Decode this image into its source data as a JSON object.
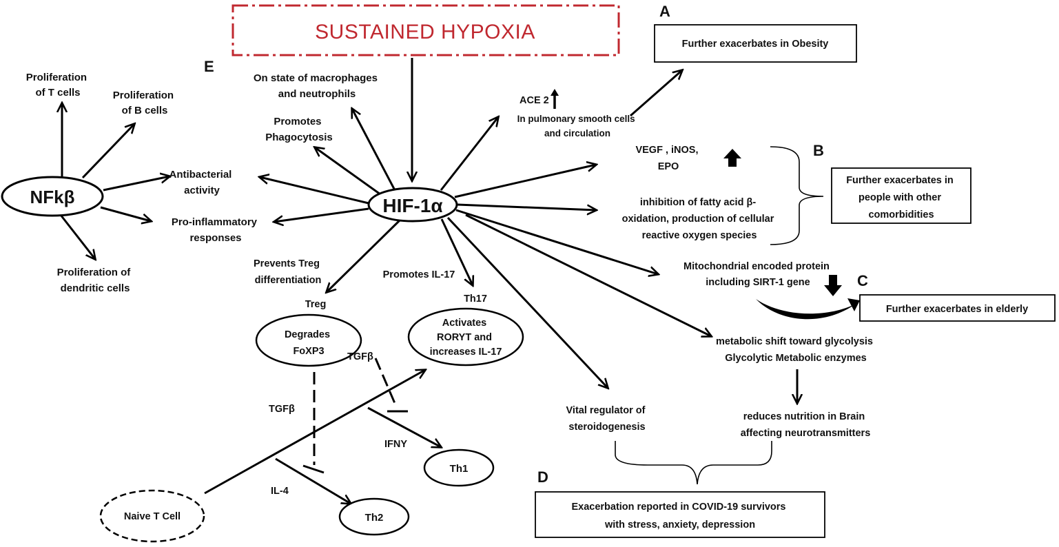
{
  "title": "SUSTAINED HYPOXIA",
  "panel_letters": {
    "a": "A",
    "b": "B",
    "c": "C",
    "d": "D",
    "e": "E"
  },
  "nodes": {
    "nfkb": "NFkβ",
    "hif": "HIF-1α",
    "naive": "Naive T Cell",
    "th1": "Th1",
    "th2": "Th2",
    "treg_label": "Treg",
    "th17_label": "Th17",
    "degrades": [
      "Degrades",
      "FoXP3"
    ],
    "activates": [
      "Activates",
      "RORYT and",
      "increases IL-17"
    ]
  },
  "nfkb_targets": {
    "t_cells": [
      "Proliferation",
      "of T cells"
    ],
    "b_cells": [
      "Proliferation",
      "of B cells"
    ],
    "dendritic": [
      "Proliferation of",
      "dendritic cells"
    ]
  },
  "shared_targets": {
    "antibacterial": [
      "Antibacterial",
      "activity"
    ],
    "proinflammatory": [
      "Pro-inflammatory",
      "responses"
    ]
  },
  "hif_targets": {
    "macrophages": [
      "On state of macrophages",
      "and neutrophils"
    ],
    "phagocytosis": [
      "Promotes",
      "Phagocytosis"
    ],
    "ace2": "ACE 2",
    "pulmonary": [
      "In pulmonary smooth cells",
      "and circulation"
    ],
    "vegf": [
      "VEGF , iNOS,",
      "EPO"
    ],
    "fatty": [
      "inhibition of fatty acid β-",
      "oxidation, production of cellular",
      "reactive oxygen species"
    ],
    "mito": [
      "Mitochondrial encoded protein",
      "including SIRT-1 gene"
    ],
    "glyco": [
      "metabolic shift toward glycolysis",
      "Glycolytic Metabolic enzymes"
    ],
    "steroid": [
      "Vital regulator of",
      "steroidogenesis"
    ],
    "brain": [
      "reduces nutrition in Brain",
      "affecting neurotransmitters"
    ],
    "treg_prev": [
      "Prevents Treg",
      "differentiation"
    ],
    "il17": "Promotes IL-17"
  },
  "cytokines": {
    "tgfb1": "TGFβ",
    "tgfb2": "TGFβ",
    "ifny": "IFNY",
    "il4": "IL-4"
  },
  "outcomes": {
    "obesity": "Further exacerbates in Obesity",
    "comorbid": [
      "Further exacerbates in",
      "people with other",
      "comorbidities"
    ],
    "elderly": "Further exacerbates in elderly",
    "covid": [
      "Exacerbation reported in COVID-19  survivors",
      "with stress, anxiety, depression"
    ]
  },
  "colors": {
    "title_red": "#c0282f",
    "ink": "#000000"
  }
}
